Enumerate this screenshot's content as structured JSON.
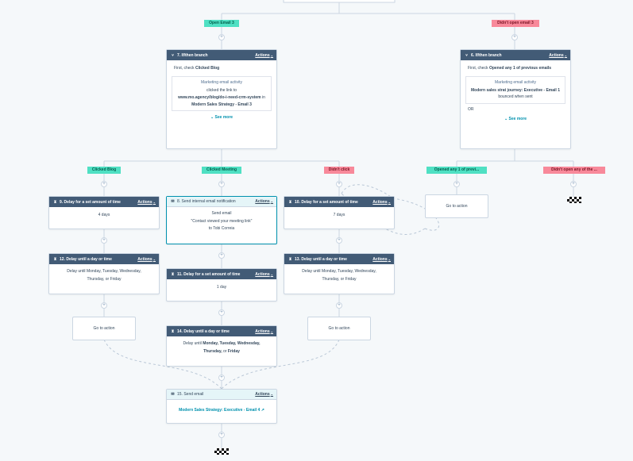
{
  "branches_top": {
    "open_email_3": "Open Email 3",
    "didnt_open_email_3": "Didn't open email 3"
  },
  "branches_mid_left": [
    "Clicked Blog",
    "Clicked Meeting",
    "Didn't click"
  ],
  "branches_mid_right": [
    "Opened any 1 of previ...",
    "Didn't open any of the ..."
  ],
  "common": {
    "actions_label": "Actions",
    "caret": "⌄",
    "plus": "+",
    "goto_label": "Go to action",
    "see_more": "See more"
  },
  "action7": {
    "title": "7. If/then branch",
    "check_prefix": "First, check",
    "check_value": "Clicked Blog",
    "inner_title": "Marketing email activity",
    "inner_line1": "clicked the link to",
    "inner_link": "www.mo.agency/blog/do-i-need-crm-system",
    "inner_in": "in",
    "inner_email": "Modern Sales Strategy - Email 3"
  },
  "action6": {
    "title": "6. If/then branch",
    "check_prefix": "First, check",
    "check_value": "Opened any 1 of previous emails",
    "inner_title": "Marketing email activity",
    "inner_email": "Modern sales strat journey: Executive - Email 1",
    "inner_suffix": "bounced when sent",
    "or_label": "OR"
  },
  "action9": {
    "title": "9. Delay for a set amount of time",
    "value": "4 days"
  },
  "action8": {
    "title": "8. Send internal email notification",
    "line1": "Send email",
    "line2": "\"Contact viewed your meeting link\"",
    "to_prefix": "to",
    "to_name": "Tobi Correia"
  },
  "action10": {
    "title": "10. Delay for a set amount of time",
    "value": "7 days"
  },
  "action12": {
    "title": "12. Delay until a day or time",
    "prefix": "Delay until",
    "days": "Monday, Tuesday, Wednesday, Thursday,",
    "or": "or",
    "last": "Friday"
  },
  "action13": {
    "title": "13. Delay until a day or time",
    "prefix": "Delay until",
    "days": "Monday, Tuesday, Wednesday, Thursday,",
    "or": "or",
    "last": "Friday"
  },
  "action11": {
    "title": "11. Delay for a set amount of time",
    "value": "1 day"
  },
  "action14": {
    "title": "14. Delay until a day or time",
    "prefix": "Delay until",
    "days": "Monday, Tuesday, Wednesday, Thursday,",
    "or": "or",
    "last": "Friday"
  },
  "action15": {
    "title": "15. Send email",
    "email_link": "Modern Sales Strategy: Executive - Email 4"
  },
  "icons": {
    "branch": "branch-icon",
    "delay": "hourglass-icon",
    "email": "envelope-icon",
    "external": "external-link-icon",
    "end": "checkered-flag-icon"
  },
  "colors": {
    "header": "#425b76",
    "badge_green": "#4fe0c3",
    "badge_red": "#f8899a",
    "link": "#0091ae"
  }
}
